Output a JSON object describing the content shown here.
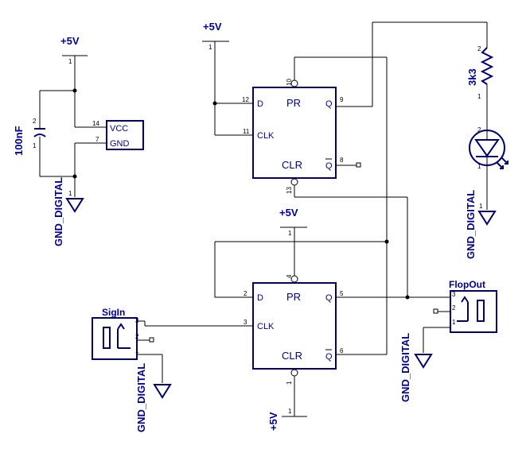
{
  "power": {
    "vcc_label": "+5V",
    "gnd_label": "GND_DIGITAL"
  },
  "components": {
    "capacitor": {
      "value": "100nF"
    },
    "resistor": {
      "value": "3k3"
    },
    "power_pins": {
      "vcc": "VCC",
      "gnd": "GND"
    },
    "flipflop_pins": {
      "d": "D",
      "pr": "PR",
      "q": "Q",
      "clk": "CLK",
      "clr": "CLR",
      "qbar": "Q"
    },
    "connector_in": {
      "name": "SigIn"
    },
    "connector_out": {
      "name": "FlopOut"
    }
  },
  "pin_numbers": {
    "vcc_src": "1",
    "cap_top": "2",
    "cap_bot": "1",
    "gnd_sym": "1",
    "vcc_pin": "14",
    "gnd_pin": "7",
    "ff1_d": "12",
    "ff1_clk": "11",
    "ff1_pr": "10",
    "ff1_q": "9",
    "ff1_qbar": "8",
    "ff1_clr": "13",
    "ff2_d": "2",
    "ff2_clk": "3",
    "ff2_pr": "4",
    "ff2_q": "5",
    "ff2_qbar": "6",
    "ff2_clr": "1",
    "res_top": "2",
    "res_bot": "1",
    "led_a": "2",
    "led_k": "1",
    "con_3": "3",
    "con_2": "2",
    "con_1": "1"
  }
}
